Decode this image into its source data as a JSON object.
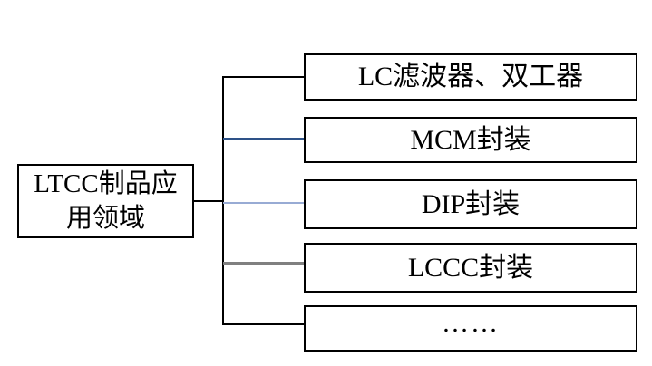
{
  "diagram": {
    "root": {
      "label": "LTCC制品应用领域",
      "lines": [
        "LTCC制品应",
        "用领域"
      ]
    },
    "children": [
      {
        "label": "LC滤波器、双工器"
      },
      {
        "label": "MCM封装"
      },
      {
        "label": "DIP封装"
      },
      {
        "label": "LCCC封装"
      },
      {
        "label": "……"
      }
    ],
    "colors": {
      "box_border": "#000000",
      "text": "#000000",
      "background": "#ffffff",
      "line_black": "#000000",
      "branch_blue": "#2e5288",
      "branch_light_blue": "#98abd4",
      "branch_gray": "#808080"
    }
  }
}
